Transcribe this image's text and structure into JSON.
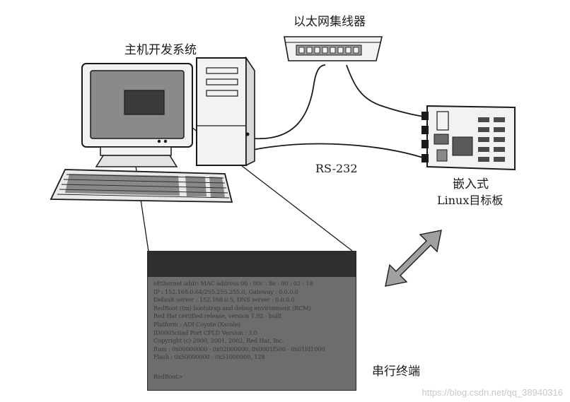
{
  "labels": {
    "host": "主机开发系统",
    "hub": "以太网集线器",
    "serial": "RS-232",
    "board_line1": "嵌入式",
    "board_line2": "Linux目标板",
    "terminal": "串行终端"
  },
  "terminal": {
    "lines": [
      "eEthernet addr: MAC address 00 : 00c : 8e : 00 : 02 : 18",
      "IP : 152.168.0.64/255.255.255.0, Gateway : 0.0.0.0",
      "Default server : 152.168.0.5, DNS server : 0.0.0.0",
      "RedBoot (tm) bootstrap and debug environment (RCM)",
      "Red Hat certified release, version 1.92 - built",
      "Platform : ADI Coyote (Xscale)",
      "ID0005c0ad Port CPLD Version : 3.0",
      "Copyright (c) 2000, 2001, 2002, Red Hat, Inc.",
      "Ram : 0x00000000 - 0x02000000, 0x0001f500 - 0x01fd1000",
      "Flash : 0x50000000 - 0x51000000, 128"
    ],
    "prompt": "RedBoot>"
  },
  "watermark": "https://blog.csdn.net/qq_38940316",
  "colors": {
    "ink": "#1a1a1a",
    "device_fill": "#f2f2f2",
    "screen_fill": "#8a8a8a",
    "terminal_fill": "#6d6d6d",
    "terminal_bar": "#2f2f2f",
    "arrow_fill": "#a0a0a0"
  }
}
